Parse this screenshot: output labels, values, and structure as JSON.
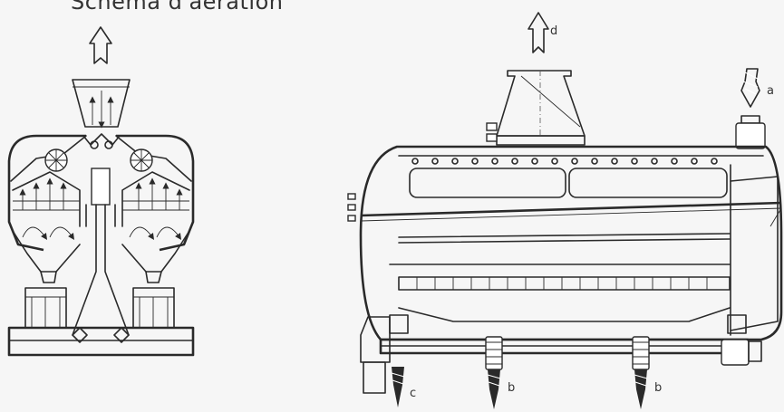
{
  "title": "Schéma d'aération",
  "labels": {
    "a": "a",
    "b1": "b",
    "b2": "b",
    "c": "c",
    "d": "d"
  }
}
